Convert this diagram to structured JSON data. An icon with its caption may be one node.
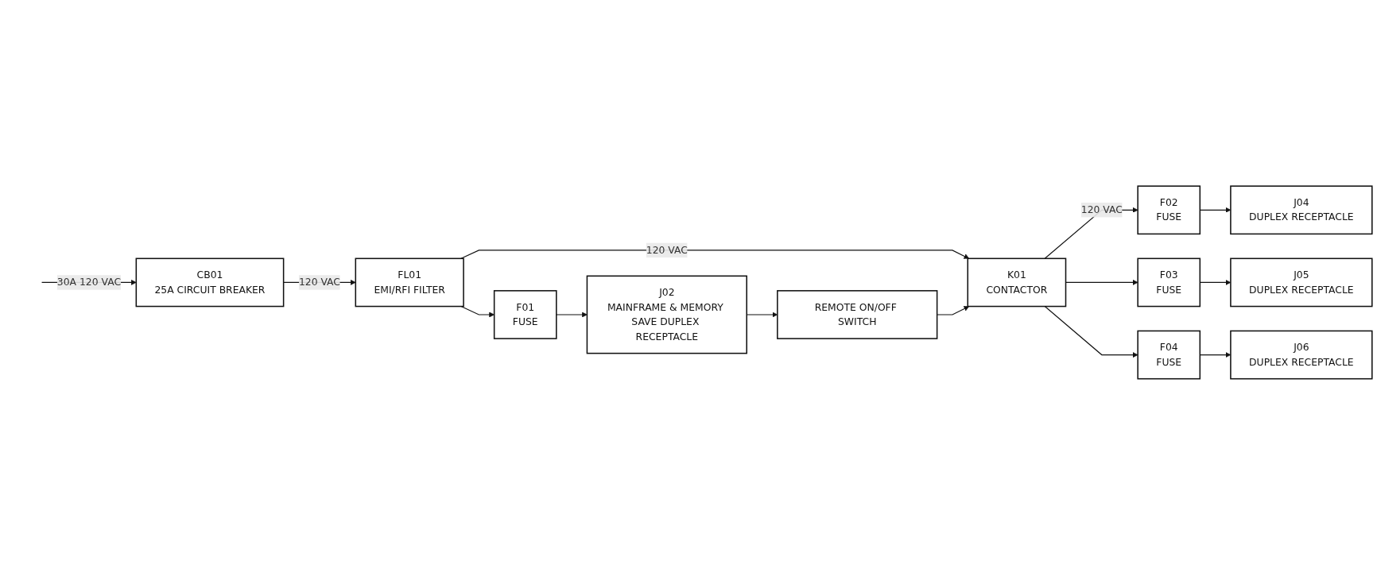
{
  "diagram": {
    "nodes": [
      {
        "text": [
          "CB01",
          "25A CIRCUIT BREAKER"
        ]
      },
      {
        "text": [
          "FL01",
          "EMI/RFI FILTER"
        ]
      },
      {
        "text": [
          "K01",
          "CONTACTOR"
        ]
      },
      {
        "text": [
          "F01",
          "FUSE"
        ]
      },
      {
        "text": [
          "F02",
          "FUSE"
        ]
      },
      {
        "text": [
          "F03",
          "FUSE"
        ]
      },
      {
        "text": [
          "F04",
          "FUSE"
        ]
      },
      {
        "text": [
          "J02",
          "MAINFRAME & MEMORY SAVE DUPLEX RECEPTACLE"
        ]
      },
      {
        "text": [
          "REMOTE ON/OFF SWITCH"
        ]
      },
      {
        "text": [
          "J04",
          "DUPLEX RECEPTACLE"
        ]
      },
      {
        "text": [
          "J05",
          "DUPLEX RECEPTACLE"
        ]
      },
      {
        "text": [
          "J06",
          "DUPLEX RECEPTACLE"
        ]
      }
    ],
    "edges": [
      {
        "from": null,
        "to": 0,
        "arrow": "to",
        "label": "30A 120 VAC"
      },
      {
        "from": 0,
        "to": 1,
        "arrow": "to",
        "label": "120 VAC"
      },
      {
        "from": 1,
        "to": 2,
        "arrow": "to",
        "label": "120 VAC"
      },
      {
        "from": 1,
        "to": 3,
        "arrow": "to"
      },
      {
        "from": 2,
        "to": 4,
        "arrow": "to",
        "label": "120 VAC"
      },
      {
        "from": 2,
        "to": 5,
        "arrow": "to"
      },
      {
        "from": 2,
        "to": 6,
        "arrow": "to"
      },
      {
        "from": 3,
        "to": 7,
        "arrow": "to"
      },
      {
        "from": 7,
        "to": 8,
        "arrow": "to"
      },
      {
        "from": 8,
        "to": 2,
        "arrow": "to"
      },
      {
        "from": 4,
        "to": 9,
        "arrow": "to"
      },
      {
        "from": 5,
        "to": 10,
        "arrow": "to"
      },
      {
        "from": 6,
        "to": 11,
        "arrow": "to"
      }
    ]
  }
}
